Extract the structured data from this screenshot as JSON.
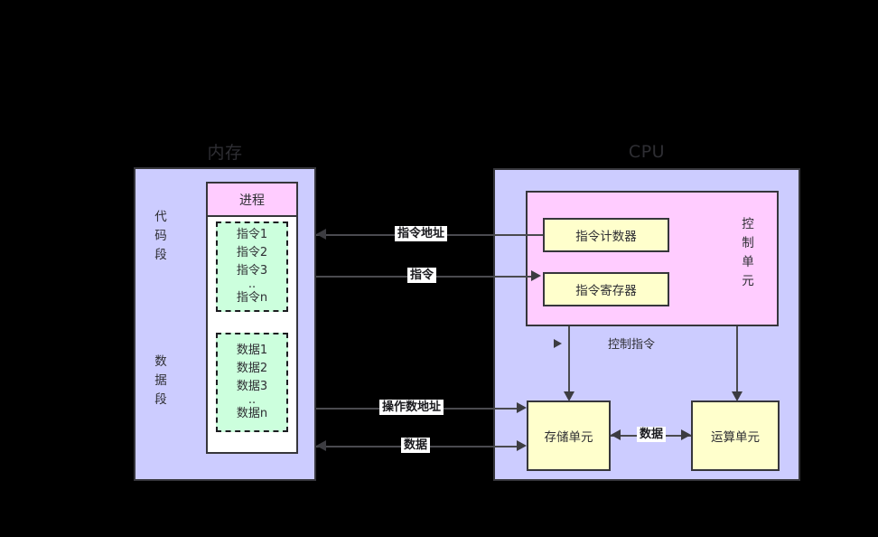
{
  "diagram": {
    "memory": {
      "title": "内存",
      "code_segment_label": "代\n码\n段",
      "data_segment_label": "数\n据\n段",
      "process_label": "进程",
      "instructions": [
        "指令1",
        "指令2",
        "指令3",
        "..",
        "指令n"
      ],
      "data_items": [
        "数据1",
        "数据2",
        "数据3",
        "..",
        "数据n"
      ]
    },
    "cpu": {
      "title": "CPU",
      "control_unit_label": "控\n制\n单\n元",
      "program_counter": "指令计数器",
      "instruction_register": "指令寄存器",
      "storage_unit": "存储单元",
      "arithmetic_unit": "运算单元",
      "control_instruction_label": "控制指令",
      "internal_data_label": "数据"
    },
    "edges": {
      "instruction_address": "指令地址",
      "instruction": "指令",
      "operand_address": "操作数地址",
      "data": "数据"
    },
    "colors": {
      "background": "#000000",
      "container_fill": "#ccccff",
      "process_header_fill": "#ffccff",
      "process_body_fill": "#ffffff",
      "dashed_block_fill": "#ccffdd",
      "control_unit_fill": "#ffccff",
      "unit_box_fill": "#ffffcc",
      "stroke": "#36363b",
      "title_text": "#2e2e33"
    }
  }
}
